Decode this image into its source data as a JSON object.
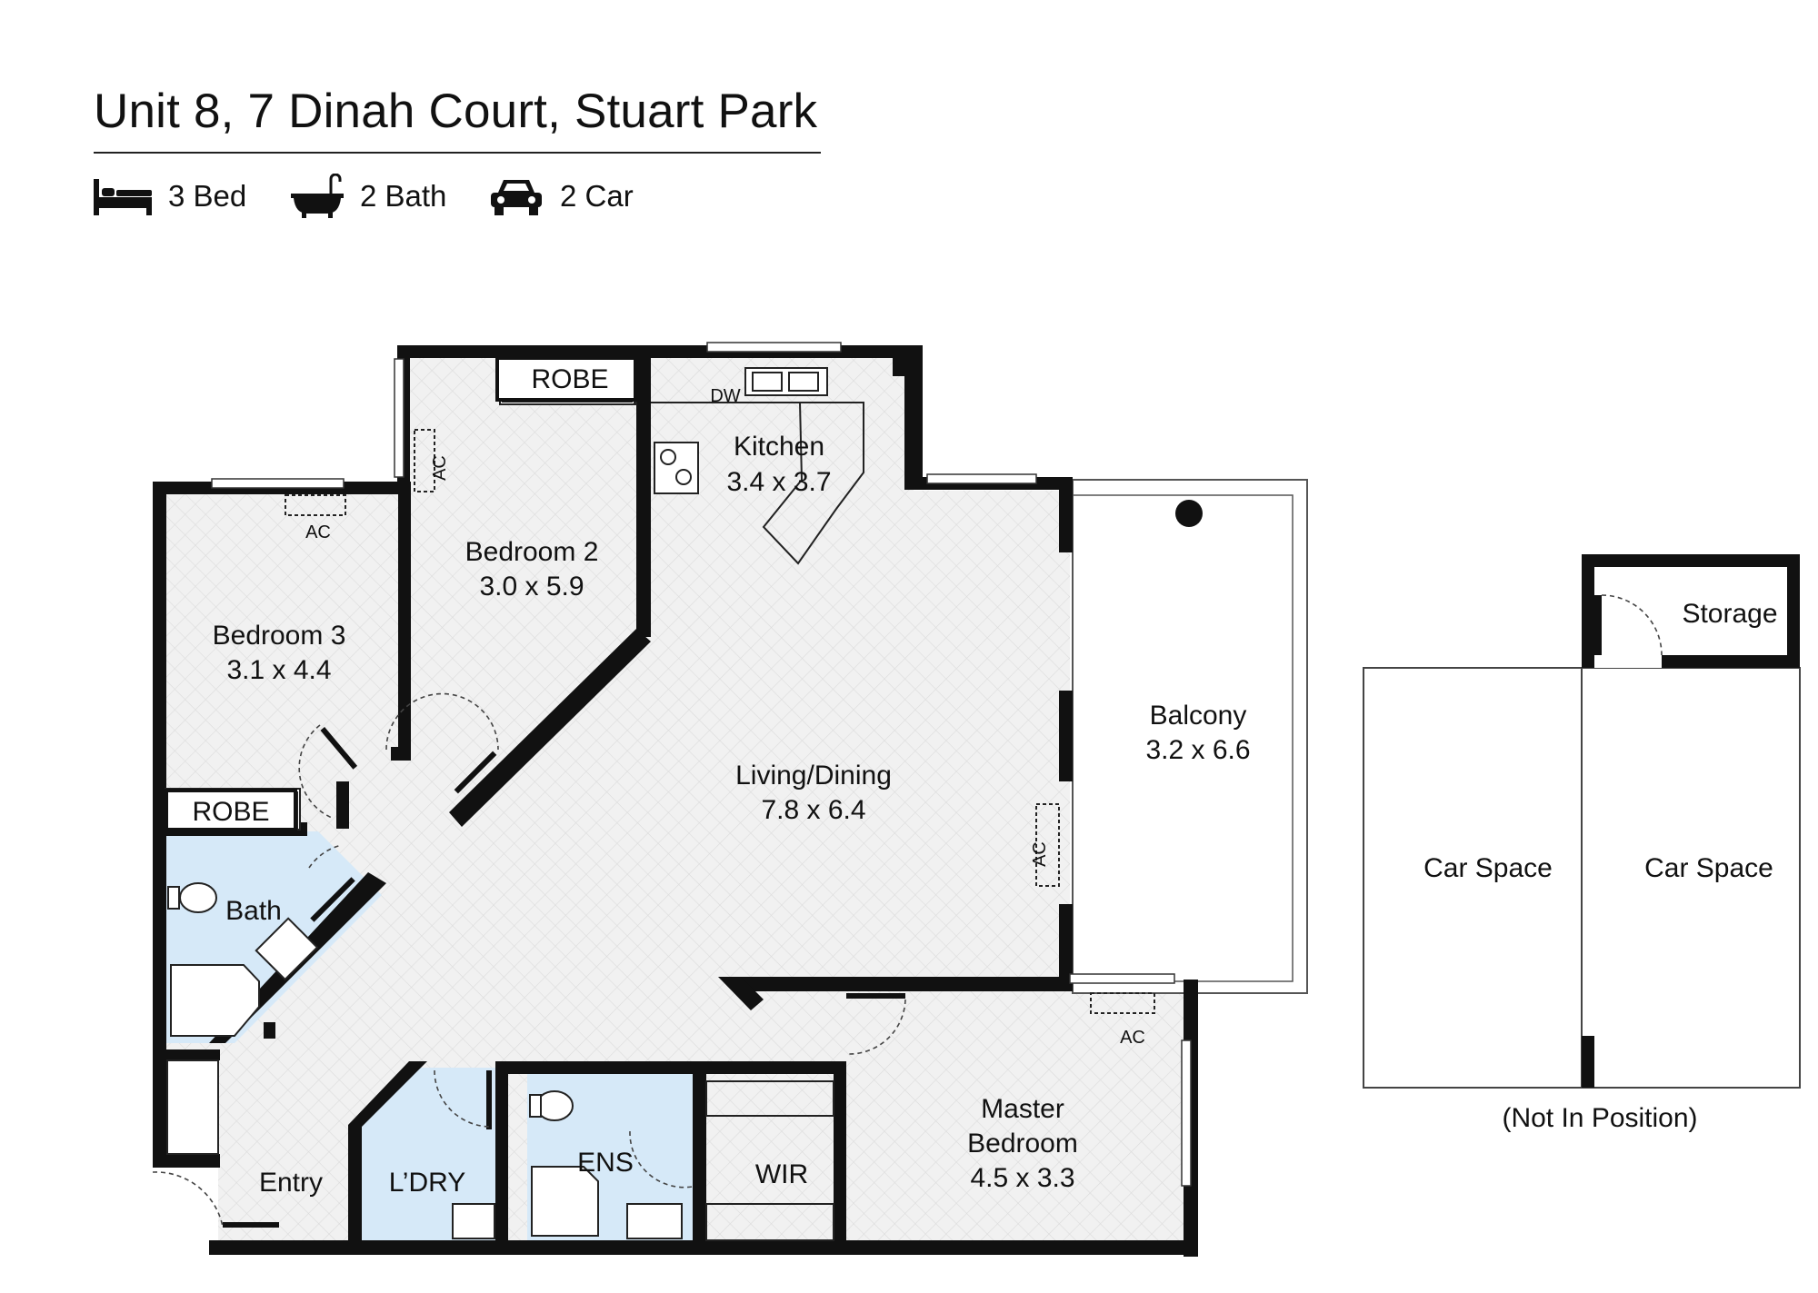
{
  "header": {
    "title": "Unit 8, 7 Dinah Court, Stuart Park",
    "beds": "3 Bed",
    "baths": "2 Bath",
    "cars": "2 Car",
    "icons": {
      "beds": "bed-icon",
      "baths": "bathtub-icon",
      "cars": "car-icon"
    }
  },
  "colors": {
    "wet_area": "#d6e9f8",
    "floor": "#eeeeee",
    "wall": "#111111"
  },
  "rooms": {
    "robe_bed2": "ROBE",
    "kitchen_name": "Kitchen",
    "kitchen_size": "3.4 x 3.7",
    "dw": "DW",
    "ac_bed2": "AC",
    "ac_bed3": "AC",
    "bed2_name": "Bedroom 2",
    "bed2_size": "3.0 x 5.9",
    "bed3_name": "Bedroom 3",
    "bed3_size": "3.1 x 4.4",
    "robe_bed3": "ROBE",
    "bath": "Bath",
    "living_name": "Living/Dining",
    "living_size": "7.8 x 6.4",
    "ac_living": "AC",
    "balcony_name": "Balcony",
    "balcony_size": "3.2 x 6.6",
    "ac_master": "AC",
    "master_line1": "Master",
    "master_line2": "Bedroom",
    "master_size": "4.5 x 3.3",
    "wir": "WIR",
    "ens": "ENS",
    "laundry": "L’DRY",
    "entry": "Entry"
  },
  "parking": {
    "storage": "Storage",
    "car_space_1": "Car Space",
    "car_space_2": "Car Space",
    "note": "(Not In Position)"
  }
}
